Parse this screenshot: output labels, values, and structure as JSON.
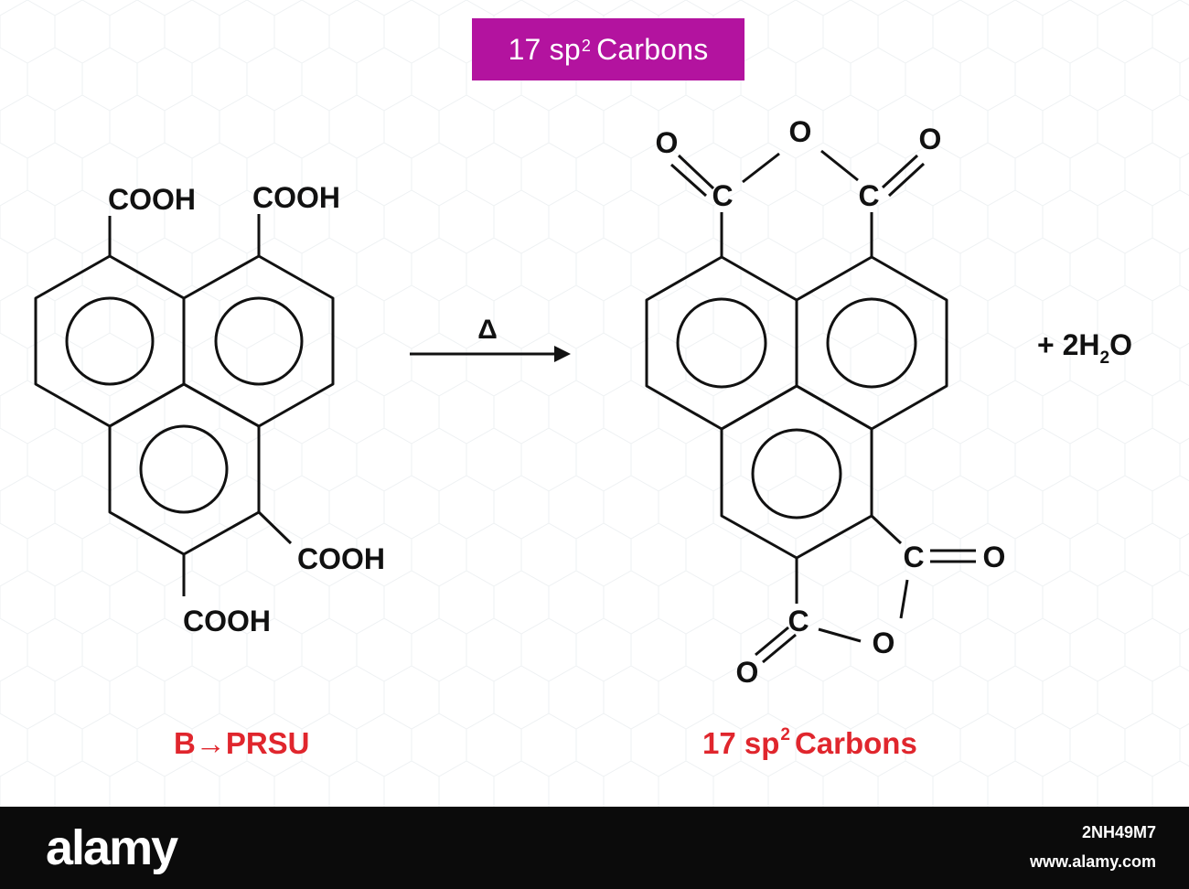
{
  "title": {
    "prefix": "17 sp",
    "sup": "2",
    "suffix": "Carbons"
  },
  "reactant": {
    "groups": [
      "COOH",
      "COOH",
      "COOH",
      "COOH"
    ],
    "caption": "B→PRSU"
  },
  "arrow": {
    "label": "Δ"
  },
  "product": {
    "atoms": {
      "carbon": "C",
      "oxygen": "O"
    },
    "caption": {
      "prefix": "17 sp",
      "sup": "2",
      "suffix": "Carbons"
    }
  },
  "byproduct": {
    "prefix": "+ 2H",
    "sub": "2",
    "suffix": "O"
  },
  "footer": {
    "brand": "alamy",
    "image_id": "2NH49M7",
    "site": "www.alamy.com"
  },
  "colors": {
    "title_bg": "#b3139f",
    "caption": "#e0262d",
    "footer_bg": "#0b0b0b",
    "ink": "#111111"
  }
}
